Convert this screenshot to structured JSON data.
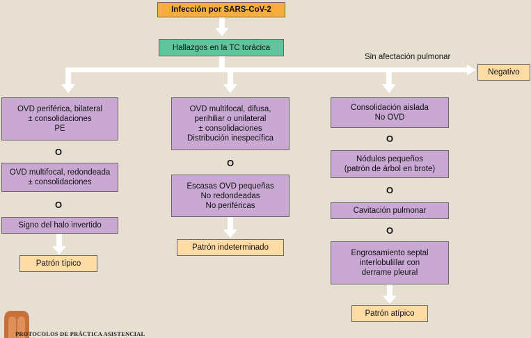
{
  "root": "Infección por SARS-CoV-2",
  "ct_findings": "Hallazgos en la TC torácica",
  "no_lung_involvement": "Sin afectación pulmonar",
  "negative": "Negativo",
  "or_label": "O",
  "typical": {
    "box1": "OVD periférica, bilateral\n± consolidaciones\nPE",
    "box2": "OVD multifocal, redondeada\n± consolidaciones",
    "box3": "Signo del halo invertido",
    "result": "Patrón típico"
  },
  "indeterminate": {
    "box1": "OVD multifocal, difusa,\nperihiliar o unilateral\n± consolidaciones\nDistribución inespecífica",
    "box2": "Escasas OVD pequeñas\nNo redondeadas\nNo periféricas",
    "result": "Patrón indeterminado"
  },
  "atypical": {
    "box1": "Consolidación aislada\nNo OVD",
    "box2": "Nódulos pequeños\n(patrón de árbol en brote)",
    "box3": "Cavitación pulmonar",
    "box4": "Engrosamiento septal\ninterlobulillar con\nderrame pleural",
    "result": "Patrón atípico"
  },
  "footer": "PROTOCOLOS DE PRÁCTICA ASISTENCIAL",
  "colors": {
    "background": "#e6dfd2",
    "root_box": "#f5ad3e",
    "ct_box": "#5fc39c",
    "criteria_box": "#c9a8d4",
    "result_box": "#fcdca4",
    "arrows": "#ffffff",
    "logo": "#c9703a"
  }
}
